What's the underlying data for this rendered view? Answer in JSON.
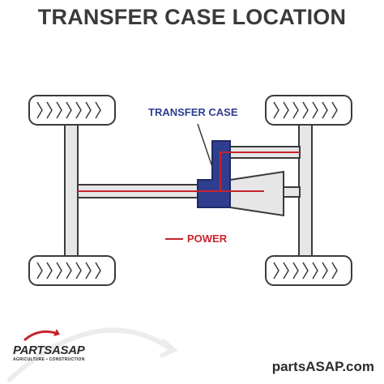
{
  "title": "TRANSFER CASE LOCATION",
  "labels": {
    "transfer_case": "TRANSFER CASE",
    "power": "POWER"
  },
  "brand": {
    "logo_text": "PARTSASAP",
    "logo_subtext": "AGRICULTURE • CONSTRUCTION",
    "website": "partsASAP.com"
  },
  "colors": {
    "title": "#3a3a3a",
    "transfer_case": "#2f3e8f",
    "power": "#c8232c",
    "frame": "#e6e6e6",
    "outline": "#3a3a3a"
  }
}
